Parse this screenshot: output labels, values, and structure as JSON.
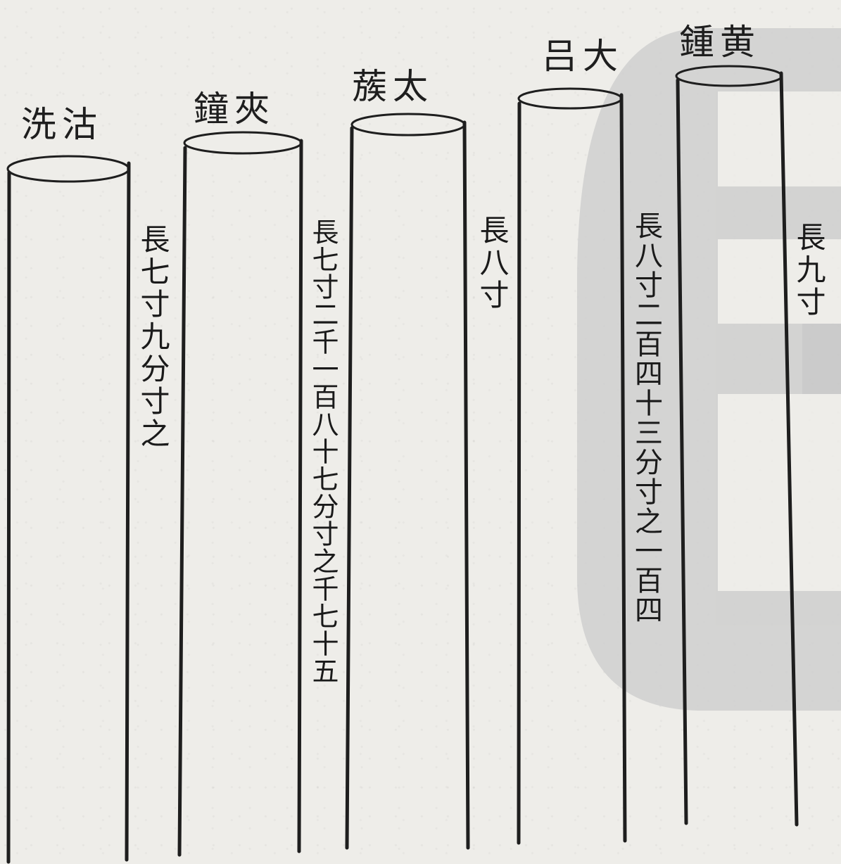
{
  "pipes": [
    {
      "name": "洗沽",
      "length_text": "長九寸"
    },
    {
      "name": "鐘夾",
      "length_text": "長七寸九分寸之"
    },
    {
      "name": "蔟太",
      "length_text": "長七寸二千一百八十七分寸之千七十五"
    },
    {
      "name": "吕大",
      "length_text": "長八寸"
    },
    {
      "name": "鍾黄",
      "length_text": "長八寸二百四十三分寸之一百四"
    }
  ],
  "colors": {
    "ink": "#1e1e1e",
    "paper": "#eeede9",
    "watermark": "#c9c9c9"
  }
}
